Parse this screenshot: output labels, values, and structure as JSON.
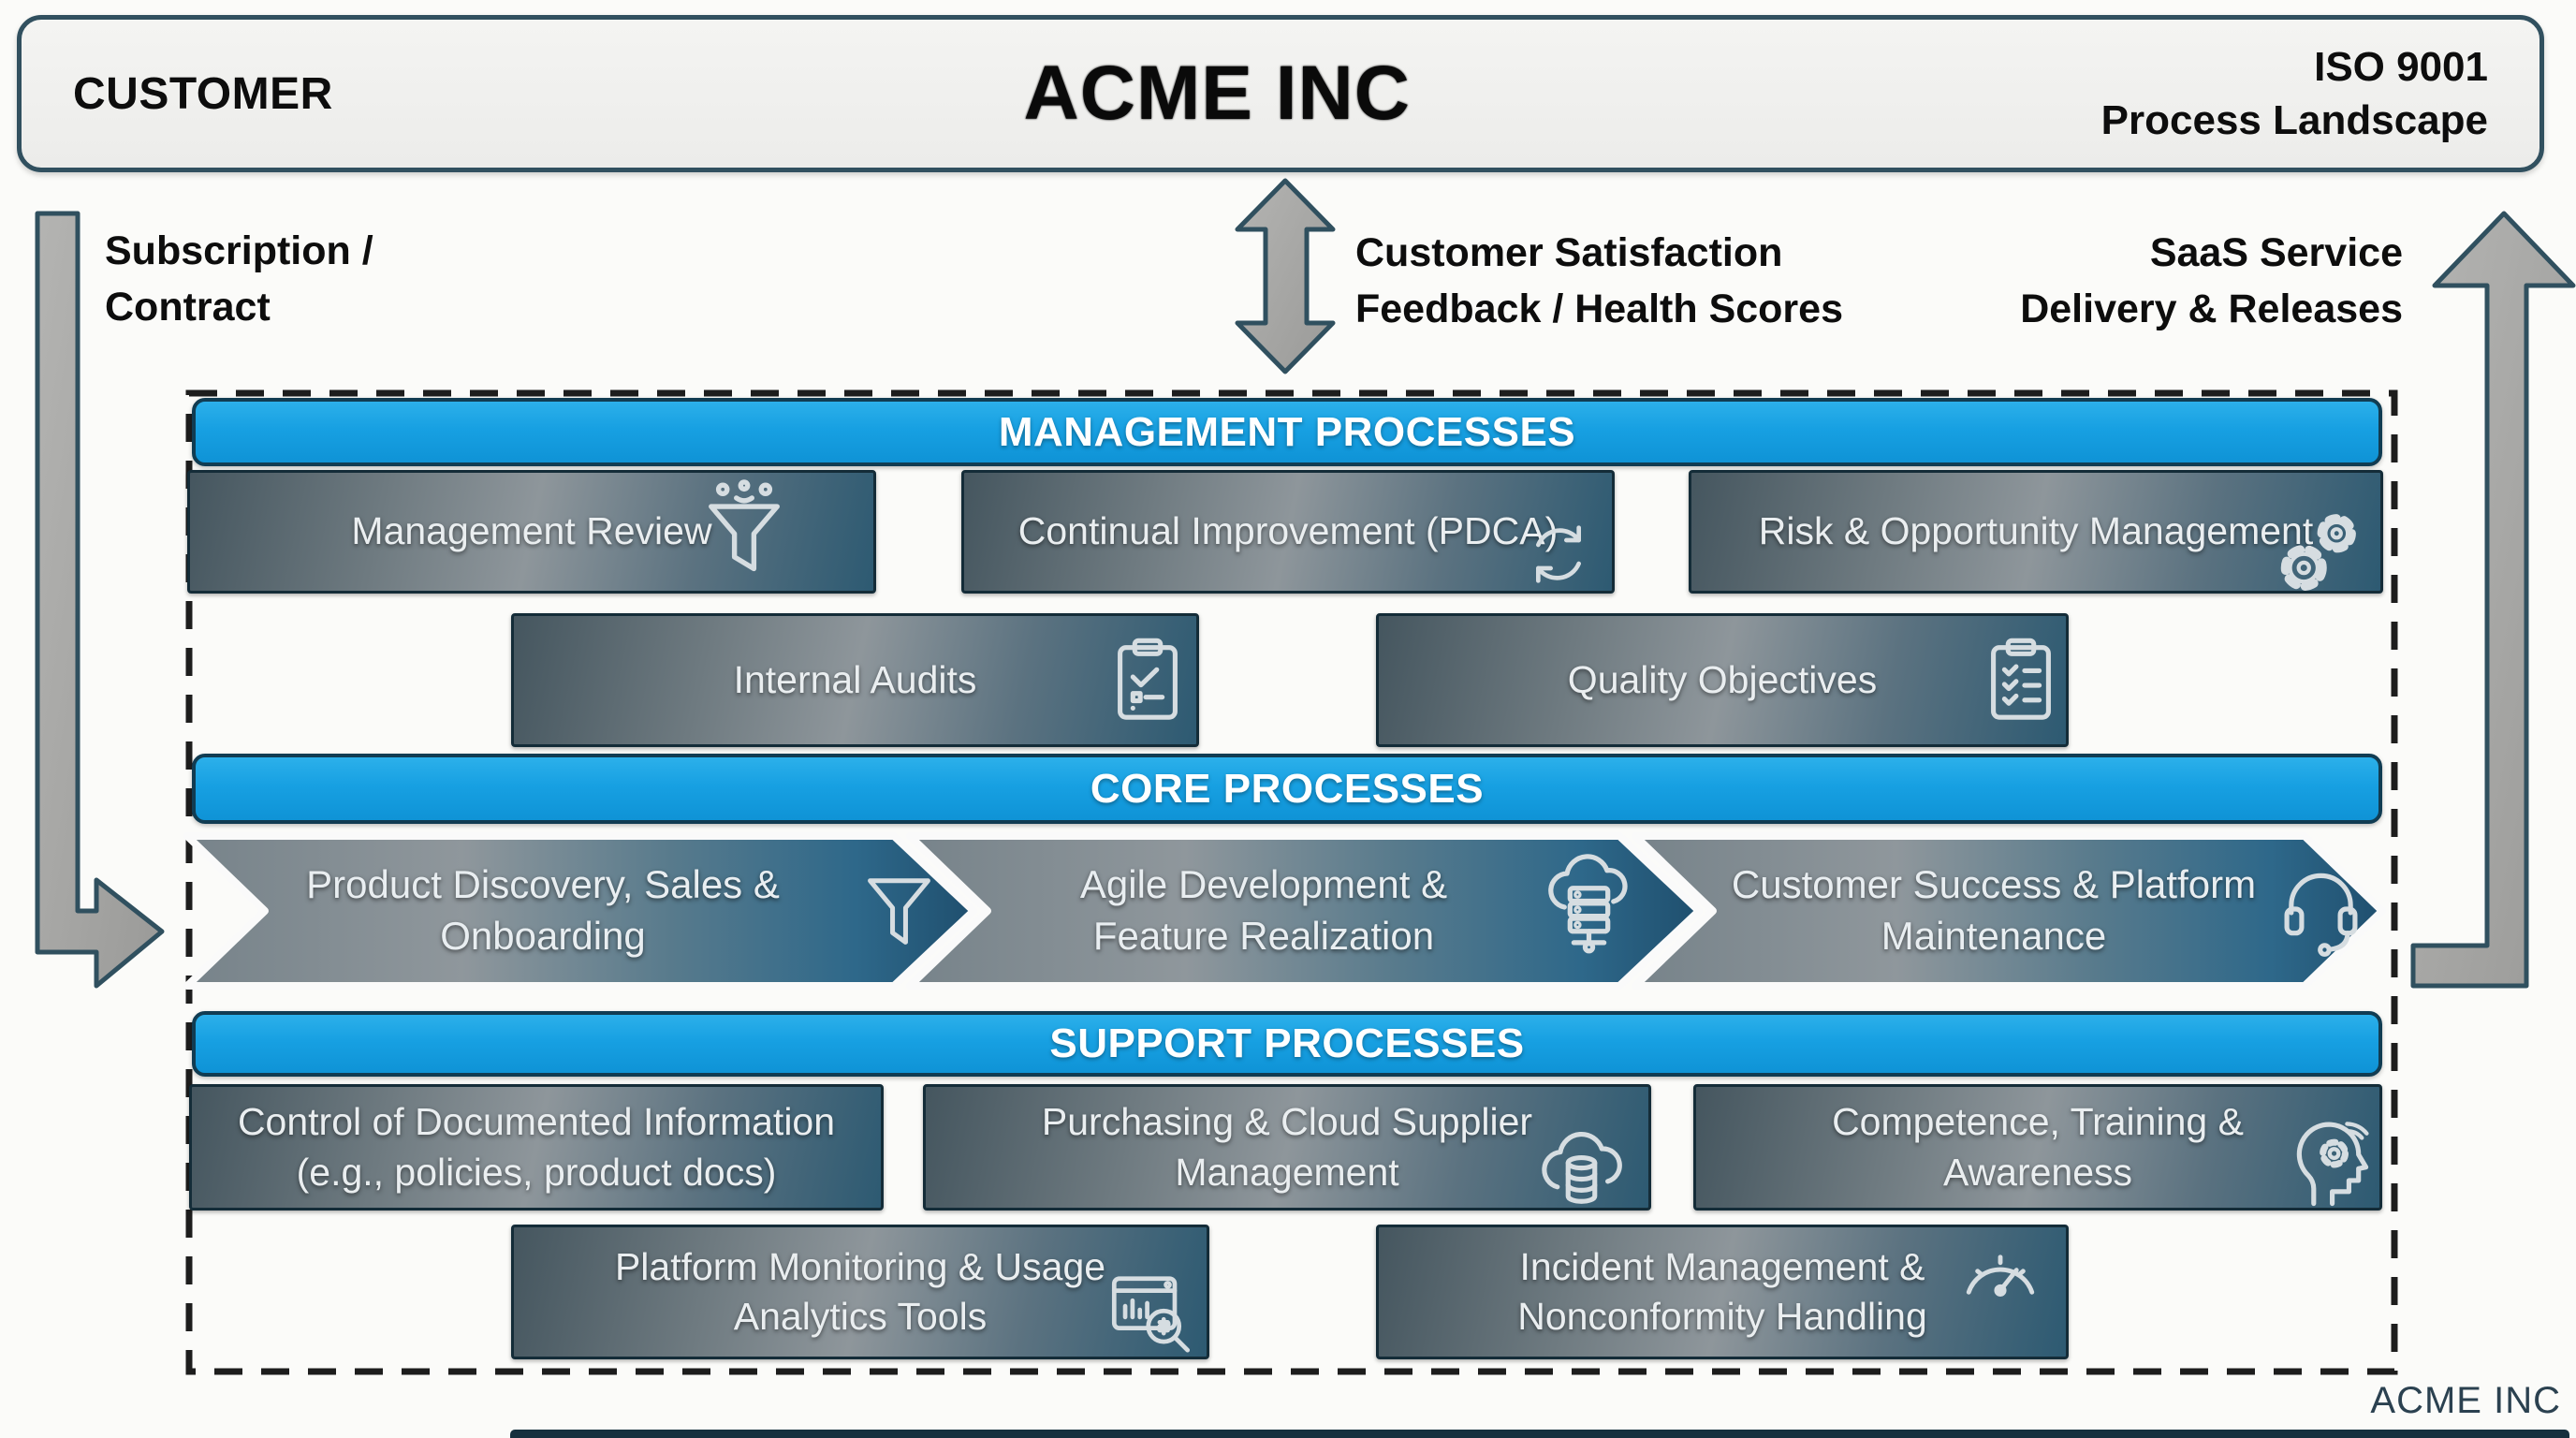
{
  "header": {
    "customer": "CUSTOMER",
    "brand": "ACME INC",
    "iso": "ISO 9001\nProcess Landscape"
  },
  "flows": {
    "subscription": "Subscription /\nContract",
    "satisfaction": "Customer Satisfaction\nFeedback / Health Scores",
    "delivery": "SaaS Service\nDelivery & Releases"
  },
  "management": {
    "banner": "MANAGEMENT PROCESSES",
    "items": [
      {
        "label": "Management Review",
        "icon": "funnel-bubbles"
      },
      {
        "label": "Continual Improvement (PDCA)",
        "icon": "refresh"
      },
      {
        "label": "Risk & Opportunity Management",
        "icon": "gears"
      },
      {
        "label": "Internal Audits",
        "icon": "clipboard-check"
      },
      {
        "label": "Quality Objectives",
        "icon": "clipboard-list"
      }
    ]
  },
  "core": {
    "banner": "CORE PROCESSES",
    "items": [
      {
        "label": "Product Discovery, Sales &\nOnboarding",
        "icon": "funnel"
      },
      {
        "label": "Agile Development &\nFeature Realization",
        "icon": "cloud-server"
      },
      {
        "label": "Customer Success & Platform\nMaintenance",
        "icon": "headset"
      }
    ]
  },
  "support": {
    "banner": "SUPPORT PROCESSES",
    "items": [
      {
        "label": "Control of Documented Information\n(e.g., policies, product docs)",
        "icon": "none"
      },
      {
        "label": "Purchasing & Cloud Supplier\nManagement",
        "icon": "cloud-database"
      },
      {
        "label": "Competence, Training &\nAwareness",
        "icon": "head-gear"
      },
      {
        "label": "Platform Monitoring & Usage\nAnalytics Tools",
        "icon": "chart-magnifier"
      },
      {
        "label": "Incident Management &\nNonconformity Handling",
        "icon": "gauge"
      }
    ]
  },
  "footer": {
    "brand": "ACME INC"
  },
  "colors": {
    "banner_blue": "#17a0e2",
    "box_border": "#142c38",
    "arrow_gray": "#a8a8a6",
    "outline_dark": "#30505f",
    "dash_black": "#1d1d1d"
  }
}
